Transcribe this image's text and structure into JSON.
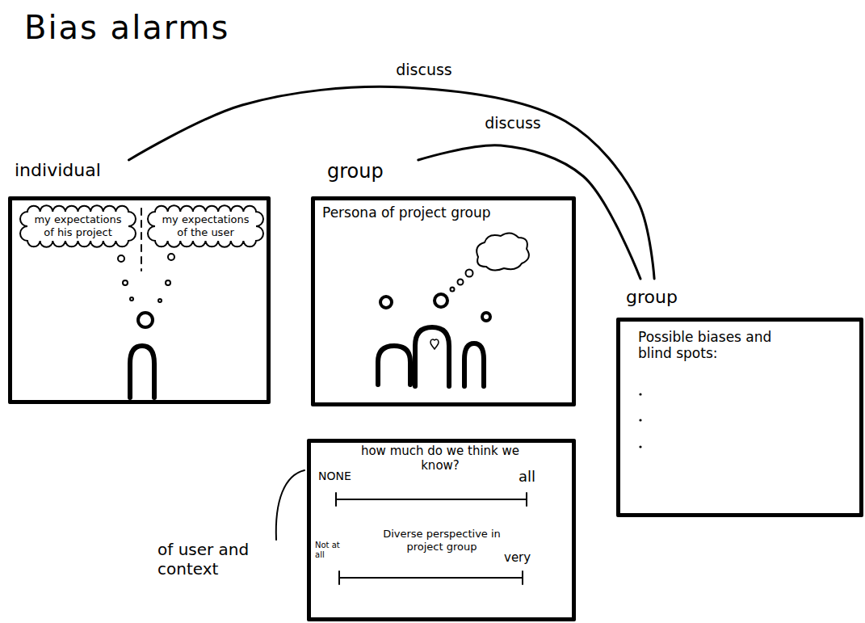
{
  "diagram": {
    "title": "Bias alarms",
    "nodes": [
      {
        "text": [
          "individual"
        ]
      },
      {
        "text": [
          "my expectations of his project"
        ],
        "in": 0
      },
      {
        "text": [
          "my expectations of the user"
        ],
        "in": 0
      },
      {
        "text": [
          "group",
          "Persona of project group"
        ]
      },
      {
        "text": [
          "how much do we think we know?",
          "NONE",
          "all",
          "Diverse perspective in project group",
          "Not at all",
          "very"
        ]
      },
      {
        "text": [
          "group",
          "Possible biases and blind spots:"
        ]
      }
    ],
    "edges": [
      {
        "from": 0,
        "to": 5,
        "label": "discuss",
        "arrow": "none"
      },
      {
        "from": 3,
        "to": 5,
        "label": "discuss",
        "arrow": "none"
      }
    ],
    "labels": [
      "of user and context"
    ]
  }
}
